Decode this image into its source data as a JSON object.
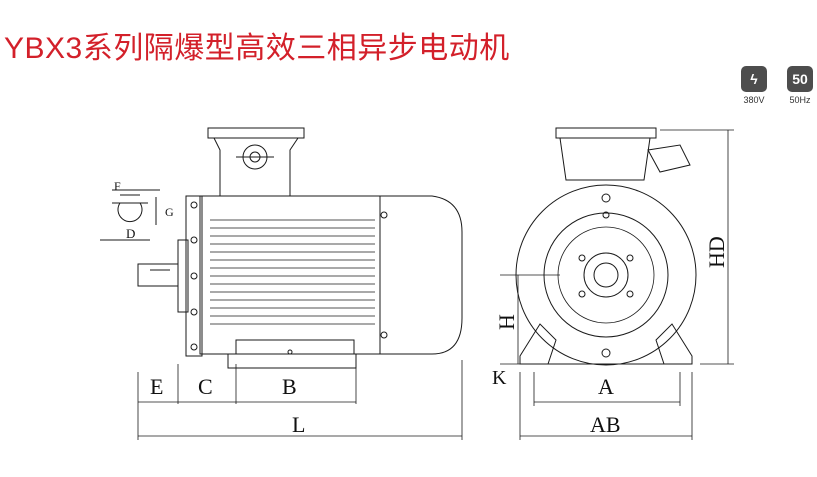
{
  "title": "YBX3系列隔爆型高效三相异步电动机",
  "specs": [
    {
      "icon": "lightning-icon",
      "glyph": "ϟ",
      "label": "380V"
    },
    {
      "icon": "frequency-icon",
      "glyph": "50",
      "label": "50Hz"
    }
  ],
  "dims": {
    "F": "F",
    "G": "G",
    "D": "D",
    "E": "E",
    "C": "C",
    "B": "B",
    "L": "L",
    "H": "H",
    "K": "K",
    "A": "A",
    "AB": "AB",
    "HD": "HD"
  },
  "colors": {
    "title": "#d3202a",
    "badge": "#4d4d4d",
    "line": "#1a1a1a"
  }
}
